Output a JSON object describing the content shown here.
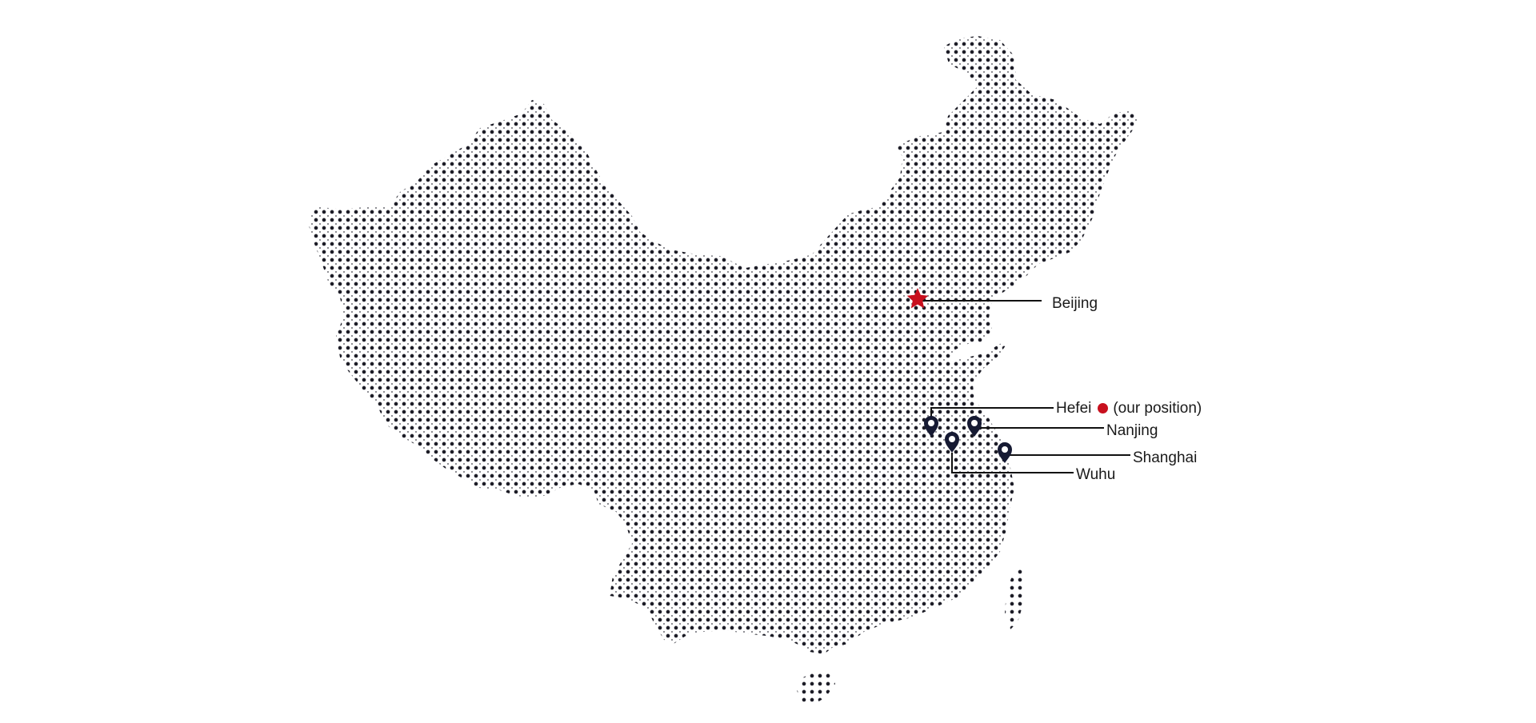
{
  "colors": {
    "dots": "#1c1c26",
    "accent": "#c8101e",
    "pin": "#161a33",
    "leader": "#111111"
  },
  "icons": {
    "capital": "star-icon",
    "city": "map-pin-icon",
    "our_position": "dot-icon"
  },
  "cities": {
    "beijing": {
      "label": "Beijing"
    },
    "hefei": {
      "label": "Hefei",
      "note": "(our position)"
    },
    "nanjing": {
      "label": "Nanjing"
    },
    "shanghai": {
      "label": "Shanghai"
    },
    "wuhu": {
      "label": "Wuhu"
    }
  }
}
